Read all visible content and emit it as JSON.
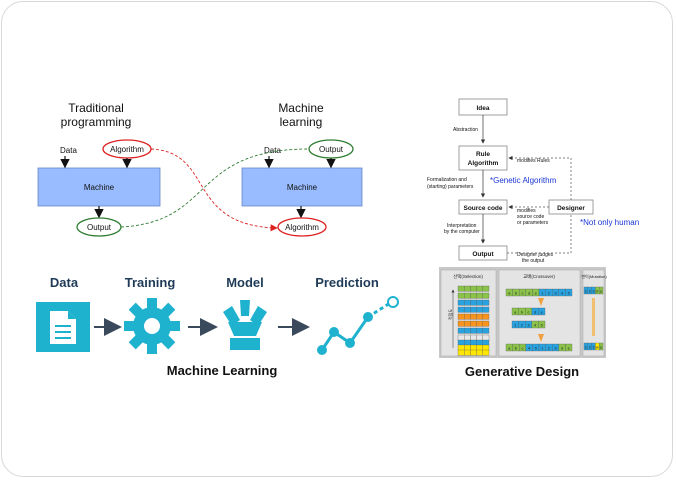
{
  "left_diagram": {
    "traditional_title_line1": "Traditional",
    "traditional_title_line2": "programming",
    "ml_title_line1": "Machine",
    "ml_title_line2": "learning",
    "trad_data": "Data",
    "trad_algorithm": "Algorithm",
    "trad_machine": "Machine",
    "trad_output": "Output",
    "ml_data": "Data",
    "ml_output": "Output",
    "ml_machine": "Machine",
    "ml_algorithm": "Algorithm",
    "colors": {
      "machine_box": "#99bbff",
      "red": "#dd2222",
      "green": "#2e7d32",
      "pipeline_teal": "#1fb2cf"
    }
  },
  "pipeline": {
    "steps": [
      "Data",
      "Training",
      "Model",
      "Prediction"
    ],
    "caption": "Machine Learning",
    "icons": [
      "document-icon",
      "gear-icon",
      "model-icon",
      "trend-chart-icon"
    ]
  },
  "flowchart": {
    "idea": "Idea",
    "abstraction": "Abstraction",
    "rule_algorithm_line1": "Rule",
    "rule_algorithm_line2": "Algorithm",
    "modifies_rules": "modifies Rules",
    "genetic_note": "*Genetic Algorithm",
    "formalization_line1": "Formalization and",
    "formalization_line2": "(starting) parameters",
    "source_code": "Source code",
    "modifies_source_line1": "modifies",
    "modifies_source_line2": "source code",
    "modifies_source_line3": "or parameters",
    "designer": "Designer",
    "not_only_human": "*Not only human",
    "interpretation_line1": "Interpretation",
    "interpretation_line2": "by the computer",
    "output": "Output",
    "judges_line1": "Designer judges",
    "judges_line2": "the output",
    "note_color": "#1a35d6"
  },
  "genetic_panels": {
    "selection_title": "선택(Selection)",
    "crossover_title": "교배(Crossover)",
    "mutation_title": "변이(Mutation)",
    "fitness_label": "적합도",
    "crossover_top": [
      "a",
      "b",
      "c",
      "d",
      "e",
      "1",
      "2",
      "3",
      "4",
      "5"
    ],
    "crossover_mid1": [
      "a",
      "b",
      "c",
      "d",
      "e"
    ],
    "crossover_mid2": [
      "1",
      "2",
      "3",
      "4",
      "5"
    ],
    "crossover_bottom": [
      "a",
      "b",
      "c",
      "4",
      "5",
      "1",
      "2",
      "3",
      "d",
      "e"
    ],
    "mutation_top": [
      "1",
      "2",
      "3",
      "d",
      "e"
    ],
    "mutation_bottom": [
      "1",
      "2",
      "3",
      "w",
      "e"
    ]
  },
  "generative_caption": "Generative Design"
}
